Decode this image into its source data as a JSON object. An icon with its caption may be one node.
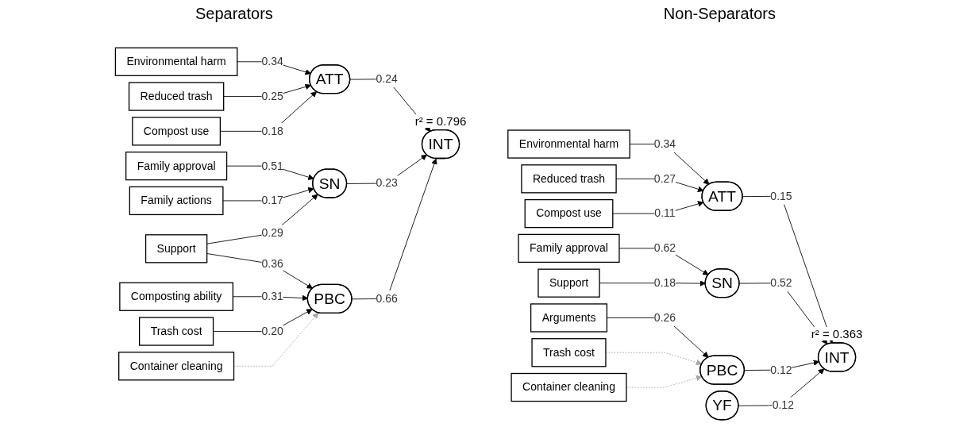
{
  "diagram": {
    "nodes": [
      {
        "text": [
          "Environmental harm"
        ]
      },
      {
        "text": [
          "Reduced trash"
        ]
      },
      {
        "text": [
          "Compost use"
        ]
      },
      {
        "text": [
          "ATT"
        ]
      },
      {
        "text": [
          "Family approval"
        ]
      },
      {
        "text": [
          "Family actions"
        ]
      },
      {
        "text": [
          "Support"
        ]
      },
      {
        "text": [
          "SN"
        ]
      },
      {
        "text": [
          "Composting ability"
        ]
      },
      {
        "text": [
          "Trash cost"
        ]
      },
      {
        "text": [
          "Container cleaning"
        ]
      },
      {
        "text": [
          "PBC"
        ]
      },
      {
        "text": [
          "INT"
        ],
        "beside": [
          "r² = 0.796"
        ]
      },
      {
        "text": [
          "Environmental harm"
        ]
      },
      {
        "text": [
          "Reduced trash"
        ]
      },
      {
        "text": [
          "Compost use"
        ]
      },
      {
        "text": [
          "ATT"
        ]
      },
      {
        "text": [
          "Family approval"
        ]
      },
      {
        "text": [
          "Support"
        ]
      },
      {
        "text": [
          "SN"
        ]
      },
      {
        "text": [
          "Arguments"
        ]
      },
      {
        "text": [
          "Trash cost"
        ]
      },
      {
        "text": [
          "Container cleaning"
        ]
      },
      {
        "text": [
          "PBC"
        ]
      },
      {
        "text": [
          "INT"
        ],
        "beside": [
          "r² = 0.363"
        ]
      },
      {
        "text": [
          "YF"
        ]
      }
    ],
    "edges": [
      {
        "from": 0,
        "to": 3,
        "arrow": "to",
        "label": "0.34"
      },
      {
        "from": 1,
        "to": 3,
        "arrow": "to",
        "label": "0.25"
      },
      {
        "from": 2,
        "to": 3,
        "arrow": "to",
        "label": "0.18"
      },
      {
        "from": 4,
        "to": 7,
        "arrow": "to",
        "label": "0.51"
      },
      {
        "from": 5,
        "to": 7,
        "arrow": "to",
        "label": "0.17"
      },
      {
        "from": 6,
        "to": 7,
        "arrow": "to",
        "label": "0.29"
      },
      {
        "from": 6,
        "to": 11,
        "arrow": "to",
        "label": "0.36"
      },
      {
        "from": 8,
        "to": 11,
        "arrow": "to",
        "label": "0.31"
      },
      {
        "from": 9,
        "to": 11,
        "arrow": "to",
        "label": "0.20"
      },
      {
        "from": 10,
        "to": 11,
        "arrow": "to",
        "style": "dashed",
        "color": "#a6a6a6"
      },
      {
        "from": 3,
        "to": 12,
        "arrow": "to",
        "label": "0.24"
      },
      {
        "from": 7,
        "to": 12,
        "arrow": "to",
        "label": "0.23"
      },
      {
        "from": 11,
        "to": 12,
        "arrow": "to",
        "label": "0.66"
      },
      {
        "from": 13,
        "to": 16,
        "arrow": "to",
        "label": "0.34"
      },
      {
        "from": 14,
        "to": 16,
        "arrow": "to",
        "label": "0.27"
      },
      {
        "from": 15,
        "to": 16,
        "arrow": "to",
        "label": "0.11"
      },
      {
        "from": 17,
        "to": 19,
        "arrow": "to",
        "label": "0.62"
      },
      {
        "from": 18,
        "to": 19,
        "arrow": "to",
        "label": "0.18"
      },
      {
        "from": 20,
        "to": 23,
        "arrow": "to",
        "label": "0.26"
      },
      {
        "from": 21,
        "to": 23,
        "arrow": "to",
        "style": "dashed",
        "color": "#a6a6a6"
      },
      {
        "from": 22,
        "to": 23,
        "arrow": "to",
        "style": "dashed",
        "color": "#a6a6a6"
      },
      {
        "from": 16,
        "to": 24,
        "arrow": "to",
        "label": "0.15"
      },
      {
        "from": 19,
        "to": 24,
        "arrow": "to",
        "label": "0.52"
      },
      {
        "from": 23,
        "to": 24,
        "arrow": "to",
        "label": "0.12"
      },
      {
        "from": 25,
        "to": 24,
        "arrow": "to",
        "label": "-0.12"
      }
    ],
    "labels": [
      "Separators",
      "Non-Separators"
    ]
  }
}
